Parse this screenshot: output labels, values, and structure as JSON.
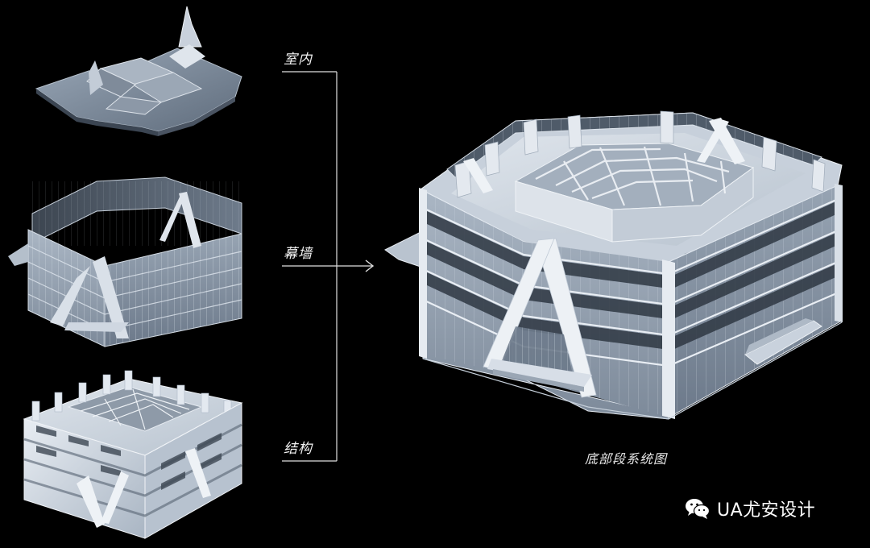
{
  "labels": {
    "interior": "室内",
    "curtain_wall": "幕墙",
    "structure": "结构"
  },
  "caption": "底部段系统图",
  "watermark": {
    "text": "UA尤安设计",
    "icon": "wechat-icon"
  },
  "colors": {
    "background": "#000000",
    "building": "#c9d3df",
    "glass": "#5a6878",
    "line": "#e0e0e0"
  }
}
